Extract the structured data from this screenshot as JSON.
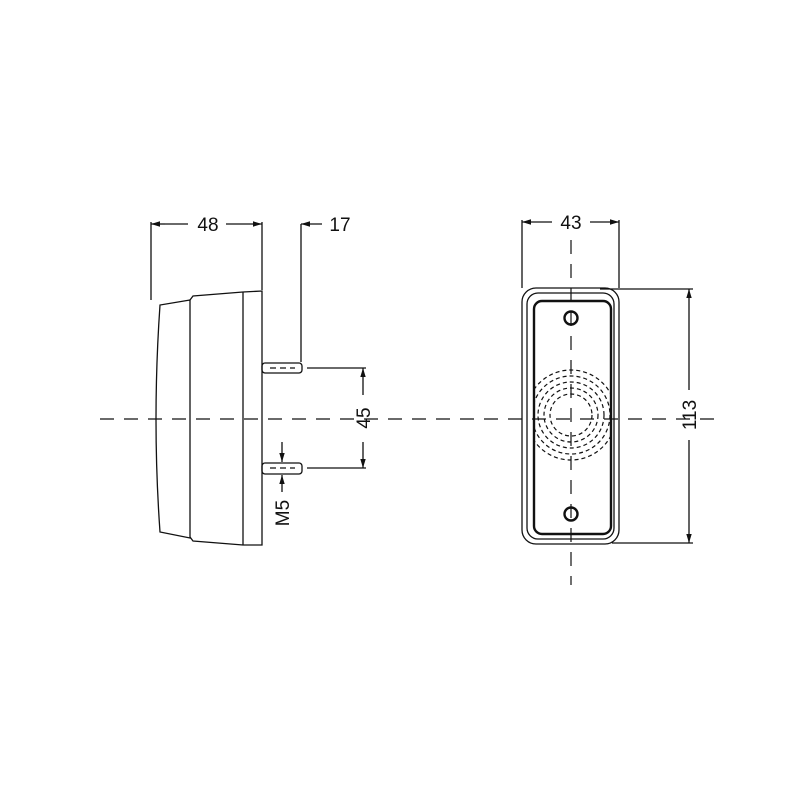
{
  "side_view": {
    "width_label": "48",
    "stud_length_label": "17",
    "stud_spacing_label": "45",
    "thread_label": "M5"
  },
  "front_view": {
    "width_label": "43",
    "height_label": "113"
  }
}
